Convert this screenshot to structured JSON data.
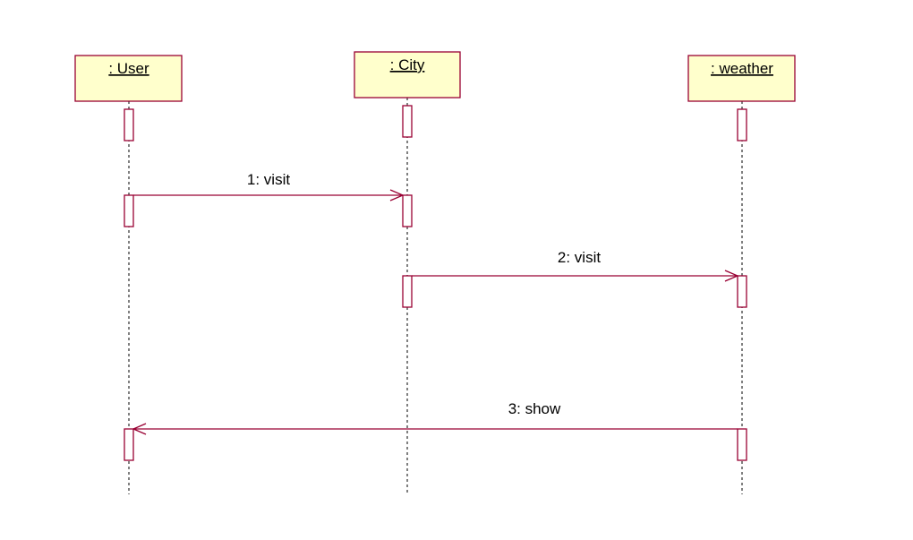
{
  "colors": {
    "object_fill": "#ffffcc",
    "object_border": "#990033",
    "message_line": "#990033",
    "lifeline": "#000000",
    "background": "#ffffff"
  },
  "objects": [
    {
      "id": "user",
      "label": ": User"
    },
    {
      "id": "city",
      "label": ": City"
    },
    {
      "id": "weather",
      "label": ": weather"
    }
  ],
  "messages": [
    {
      "label": "1: visit",
      "from": "user",
      "to": "city"
    },
    {
      "label": "2: visit",
      "from": "city",
      "to": "weather"
    },
    {
      "label": "3: show",
      "from": "weather",
      "to": "user"
    }
  ]
}
